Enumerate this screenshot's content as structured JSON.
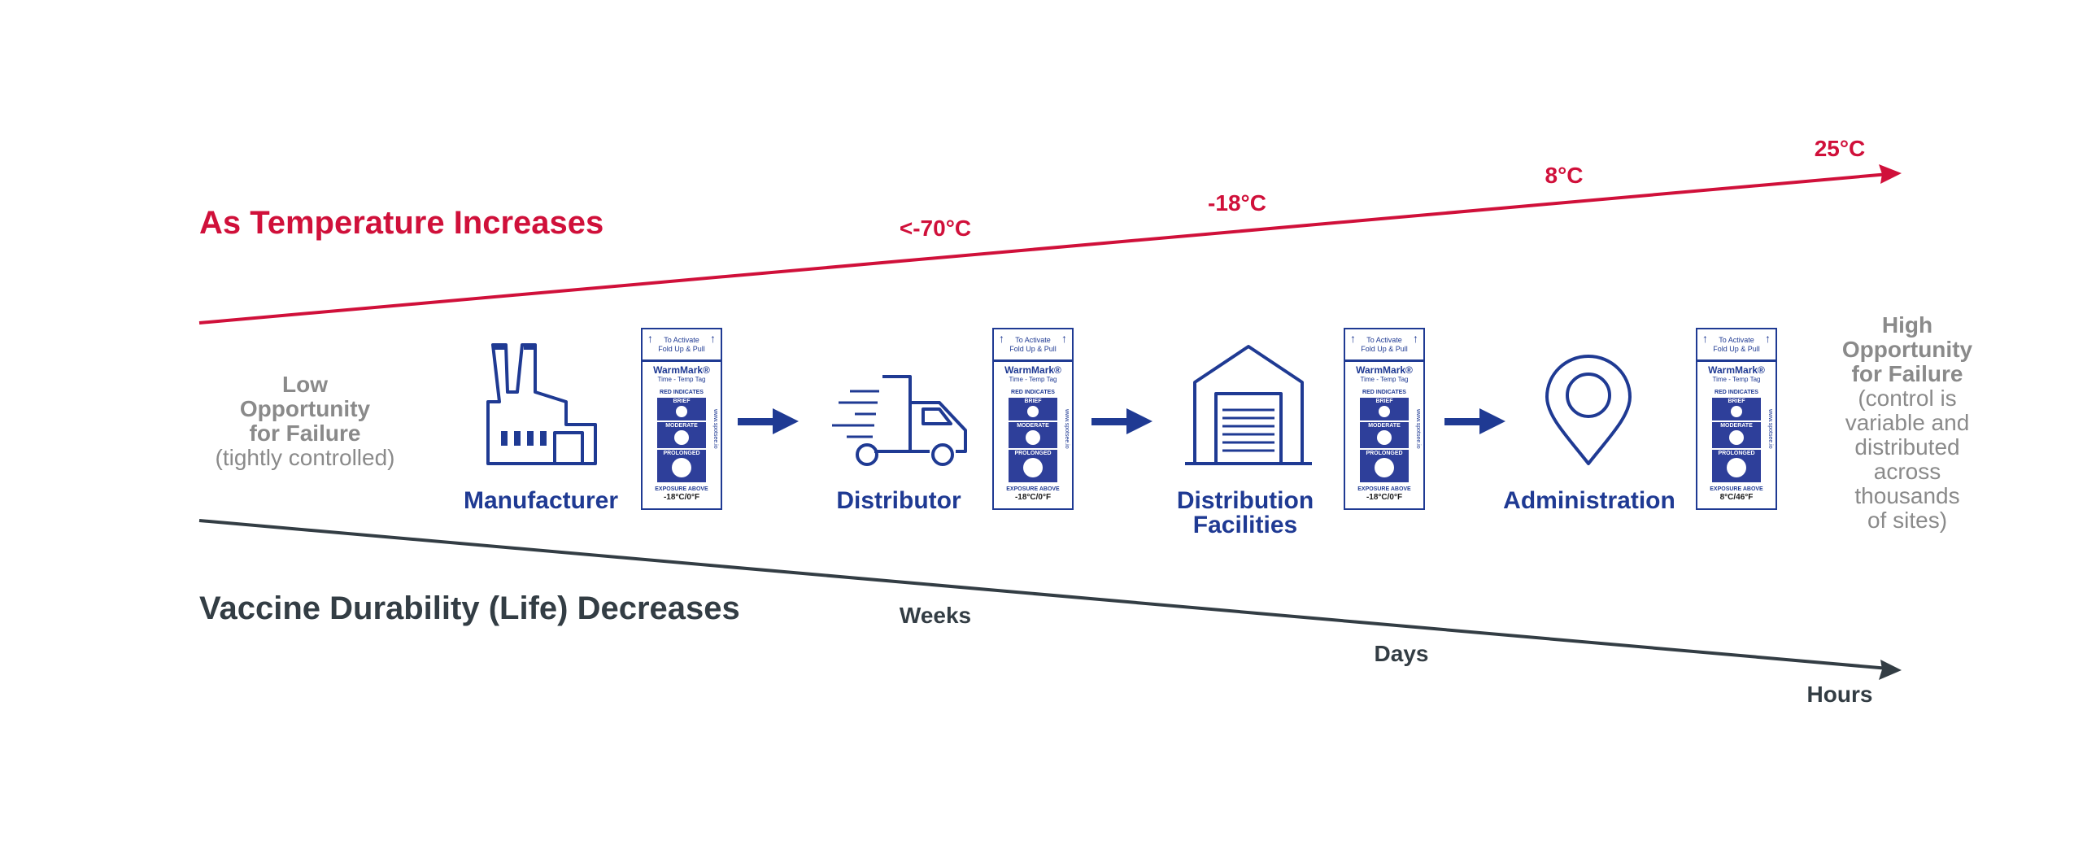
{
  "header": {
    "temperature_title": "As Temperature Increases",
    "durability_title": "Vaccine Durability (Life) Decreases"
  },
  "temperatures": [
    "<-70°C",
    "-18°C",
    "8°C",
    "25°C"
  ],
  "time_scale": [
    "Weeks",
    "Days",
    "Hours"
  ],
  "low_side": {
    "bold": [
      "Low",
      "Opportunity",
      "for Failure"
    ],
    "light": [
      "(tightly controlled)"
    ]
  },
  "high_side": {
    "bold": [
      "High",
      "Opportunity",
      "for Failure"
    ],
    "light": [
      "(control is",
      "variable and",
      "distributed",
      "across",
      "thousands",
      "of sites)"
    ]
  },
  "stages": [
    {
      "label": "Manufacturer",
      "icon": "factory-icon"
    },
    {
      "label": "Distributor",
      "icon": "truck-icon"
    },
    {
      "label": "Distribution Facilities",
      "label_lines": [
        "Distribution",
        "Facilities"
      ],
      "icon": "warehouse-icon"
    },
    {
      "label": "Administration",
      "icon": "map-pin-icon"
    }
  ],
  "tags": [
    {
      "value": "-18°C/0°F"
    },
    {
      "value": "-18°C/0°F"
    },
    {
      "value": "-18°C/0°F"
    },
    {
      "value": "8°C/46°F"
    }
  ],
  "tag_text": {
    "activate_1": "To Activate",
    "activate_2": "Fold Up & Pull",
    "brand": "WarmMark®",
    "subtitle": "Time - Temp Tag",
    "red_indicates": "RED INDICATES",
    "brief": "BRIEF",
    "moderate": "MODERATE",
    "prolonged": "PROLONGED",
    "exposure": "EXPOSURE ABOVE",
    "website": "www.spotsee.io"
  },
  "colors": {
    "temperature_red": "#d0103a",
    "durability_dark": "#333d44",
    "stage_blue": "#1f3a93",
    "side_gray": "#8a8a8a"
  }
}
